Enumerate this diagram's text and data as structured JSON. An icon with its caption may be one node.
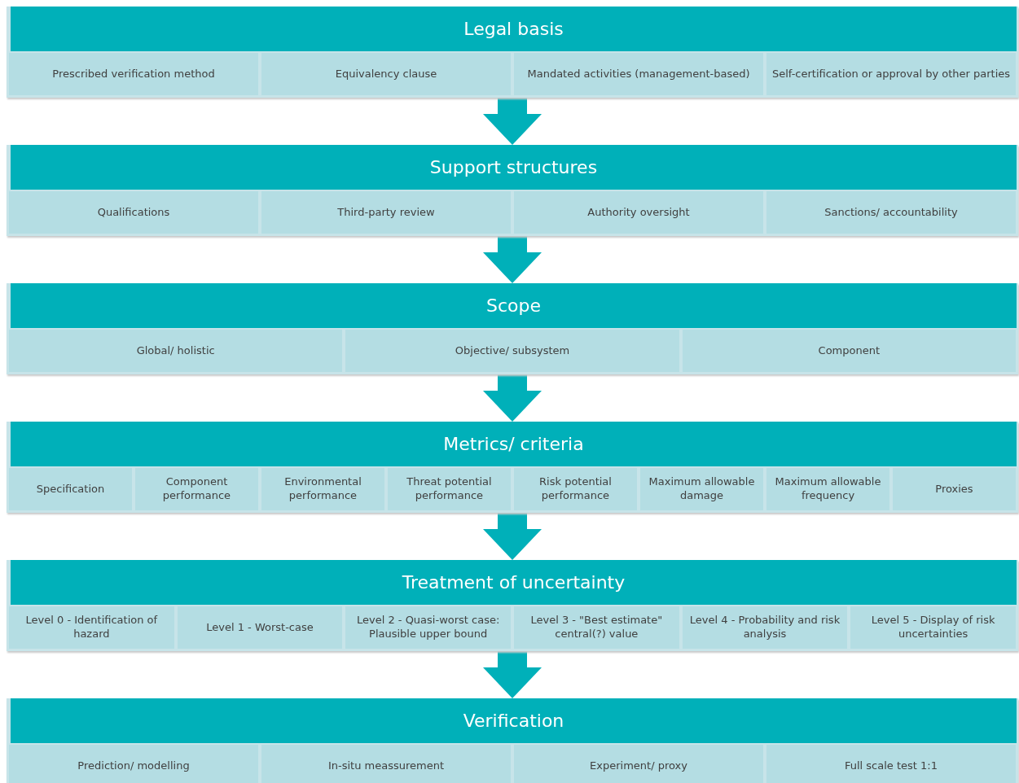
{
  "diagram": {
    "nodes": [
      {
        "text": [
          "Legal basis"
        ]
      },
      {
        "text": [
          "Prescribed verification method"
        ],
        "in": 0
      },
      {
        "text": [
          "Equivalency clause"
        ],
        "in": 0
      },
      {
        "text": [
          "Mandated activities (management-based)"
        ],
        "in": 0
      },
      {
        "text": [
          "Self-certification or approval by other parties"
        ],
        "in": 0
      },
      {
        "text": [
          "Support structures"
        ]
      },
      {
        "text": [
          "Qualifications"
        ],
        "in": 5
      },
      {
        "text": [
          "Third-party review"
        ],
        "in": 5
      },
      {
        "text": [
          "Authority oversight"
        ],
        "in": 5
      },
      {
        "text": [
          "Sanctions/ accountability"
        ],
        "in": 5
      },
      {
        "text": [
          "Scope"
        ]
      },
      {
        "text": [
          "Global/ holistic"
        ],
        "in": 10
      },
      {
        "text": [
          "Objective/ subsystem"
        ],
        "in": 10
      },
      {
        "text": [
          "Component"
        ],
        "in": 10
      },
      {
        "text": [
          "Metrics/ criteria"
        ]
      },
      {
        "text": [
          "Specification"
        ],
        "in": 14
      },
      {
        "text": [
          "Component performance"
        ],
        "in": 14
      },
      {
        "text": [
          "Environmental performance"
        ],
        "in": 14
      },
      {
        "text": [
          "Threat potential performance"
        ],
        "in": 14
      },
      {
        "text": [
          "Risk potential performance"
        ],
        "in": 14
      },
      {
        "text": [
          "Maximum allowable damage"
        ],
        "in": 14
      },
      {
        "text": [
          "Maximum allowable frequency"
        ],
        "in": 14
      },
      {
        "text": [
          "Proxies"
        ],
        "in": 14
      },
      {
        "text": [
          "Treatment of uncertainty"
        ]
      },
      {
        "text": [
          "Level 0 - Identification of hazard"
        ],
        "in": 23
      },
      {
        "text": [
          "Level 1 - Worst-case"
        ],
        "in": 23
      },
      {
        "text": [
          "Level 2 - Quasi-worst case: Plausible upper bound"
        ],
        "in": 23
      },
      {
        "text": [
          "Level 3 - \"Best estimate\" central(?) value"
        ],
        "in": 23
      },
      {
        "text": [
          "Level 4 - Probability and risk analysis"
        ],
        "in": 23
      },
      {
        "text": [
          "Level 5 - Display of risk uncertainties"
        ],
        "in": 23
      },
      {
        "text": [
          "Verification"
        ]
      },
      {
        "text": [
          "Prediction/ modelling"
        ],
        "in": 30
      },
      {
        "text": [
          "In-situ meassurement"
        ],
        "in": 30
      },
      {
        "text": [
          "Experiment/ proxy"
        ],
        "in": 30
      },
      {
        "text": [
          "Full scale test 1:1"
        ],
        "in": 30
      }
    ],
    "edges": [
      {
        "from": 0,
        "to": 5,
        "arrow": "to"
      },
      {
        "from": 5,
        "to": 10,
        "arrow": "to"
      },
      {
        "from": 10,
        "to": 14,
        "arrow": "to"
      },
      {
        "from": 14,
        "to": 23,
        "arrow": "to"
      },
      {
        "from": 23,
        "to": 30,
        "arrow": "to"
      }
    ]
  }
}
